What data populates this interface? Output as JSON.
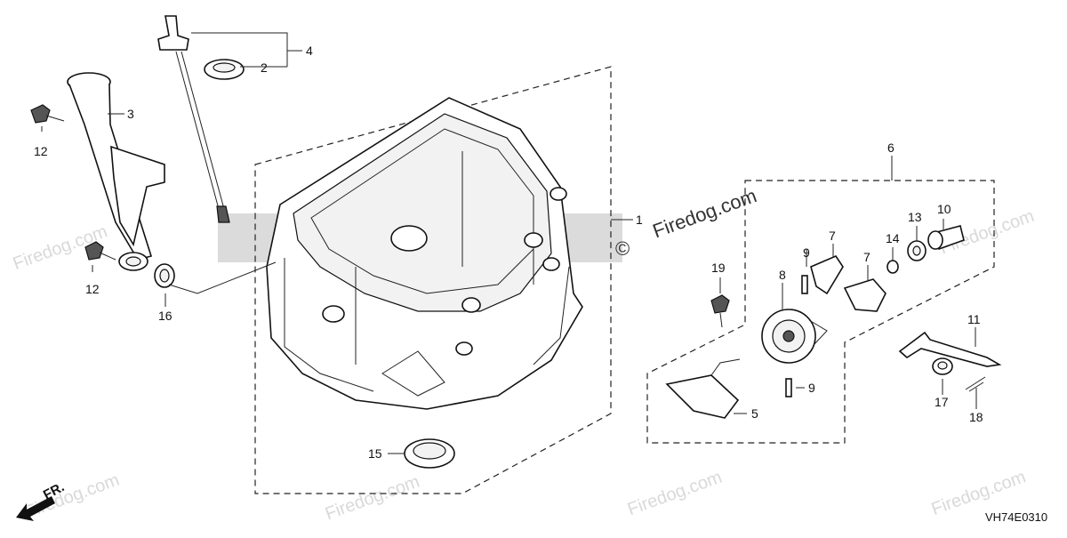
{
  "diagram": {
    "callouts": {
      "c1": "1",
      "c2": "2",
      "c3": "3",
      "c4": "4",
      "c5": "5",
      "c6": "6",
      "c7a": "7",
      "c7b": "7",
      "c8": "8",
      "c9a": "9",
      "c9b": "9",
      "c10": "10",
      "c11": "11",
      "c12a": "12",
      "c12b": "12",
      "c13": "13",
      "c14": "14",
      "c15": "15",
      "c16": "16",
      "c17": "17",
      "c18": "18",
      "c19": "19"
    },
    "watermark_text": "Firedog.com",
    "watermark_symbol": "©",
    "front_marker": "FR.",
    "drawing_code": "VH74E0310"
  }
}
